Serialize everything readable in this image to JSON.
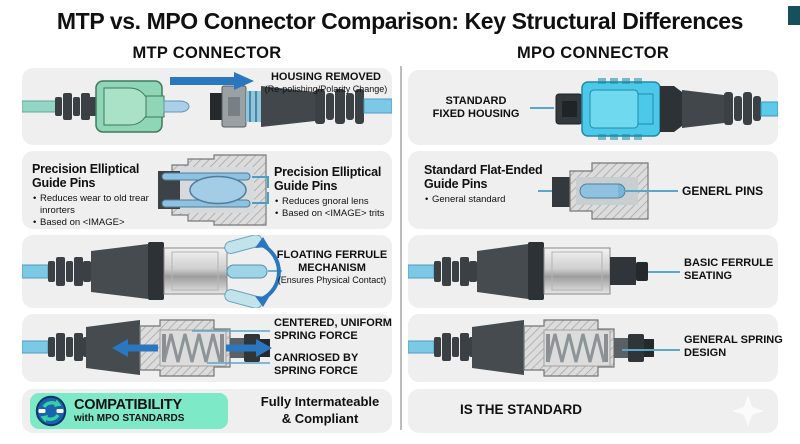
{
  "title": "MTP vs. MPO Connector Comparison: Key Structural Differences",
  "left": {
    "header": "MTP CONNECTOR",
    "row1": {
      "label": "HOUSING REMOVED",
      "sublabel": "(Re-polishing/Polarity Change)"
    },
    "row2": {
      "heading_left": [
        "Precision Elliptical",
        "Guide Pins"
      ],
      "bullets_left": [
        "Reduces wear to old trear inrorters",
        "Based on <IMAGE>"
      ],
      "heading_right": [
        "Precision Elliptical",
        "Guide Pins"
      ],
      "bullets_right": [
        "Reduces gnoral lens",
        "Based on <IMAGE> trits"
      ]
    },
    "row3": {
      "label": [
        "FLOATING FERRULE",
        "MECHANISM"
      ],
      "sublabel": "(Ensures Physical Contact)"
    },
    "row4": {
      "label_top": [
        "CENTERED, UNIFORM",
        "SPRING FORCE"
      ],
      "label_bottom": [
        "CANRIOSED BY",
        "SPRING FORCE"
      ]
    },
    "row5": {
      "badge_title": "COMPATIBILITY",
      "badge_subtitle": "with MPO STANDARDS",
      "note": [
        "Fully Intermateable",
        "& Compliant"
      ]
    }
  },
  "right": {
    "header": "MPO CONNECTOR",
    "row1": {
      "label": [
        "STANDARD",
        "FIXED HOUSING"
      ]
    },
    "row2": {
      "heading": [
        "Standard Flat-Ended",
        "Guide Pins"
      ],
      "bullets": [
        "General standard"
      ],
      "pin_label": "GENERL PINS"
    },
    "row3": {
      "label": [
        "BASIC FERRULE",
        "SEATING"
      ]
    },
    "row4": {
      "label": [
        "GENERAL SPRING",
        "DESIGN"
      ]
    },
    "row5": {
      "label": "IS THE STANDARD"
    }
  },
  "colors": {
    "accent_blue": "#2a77c0",
    "mtp_housing_green": "#8ed6b4",
    "mpo_housing_cyan": "#4cc9e8",
    "badge_mint": "#7de9c6",
    "panel_gray": "#efefef",
    "cable_blue": "#7cc9e6",
    "cable_teal": "#93d6c6"
  },
  "icons": {
    "row1_direction": "arrow-right-icon",
    "row3_motion": "curved-double-arrow-icon",
    "row4_motion": "left-right-arrows-icon",
    "compatibility": "sync-arrows-icon"
  }
}
